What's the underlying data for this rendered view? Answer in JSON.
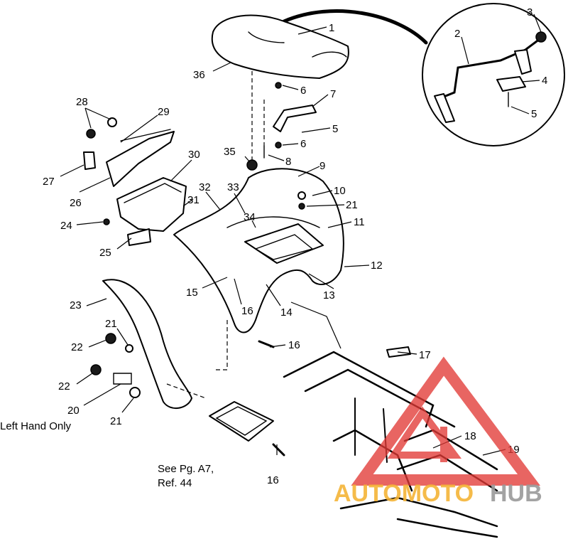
{
  "callouts": {
    "c1": "1",
    "c2": "2",
    "c3": "3",
    "c4": "4",
    "c5a": "5",
    "c5b": "5",
    "c6a": "6",
    "c6b": "6",
    "c7": "7",
    "c8": "8",
    "c9": "9",
    "c10": "10",
    "c11": "11",
    "c12": "12",
    "c13": "13",
    "c14": "14",
    "c15": "15",
    "c16a": "16",
    "c16b": "16",
    "c16c": "16",
    "c17": "17",
    "c18": "18",
    "c19": "19",
    "c20": "20",
    "c21a": "21",
    "c21b": "21",
    "c21c": "21",
    "c22a": "22",
    "c22b": "22",
    "c23": "23",
    "c24": "24",
    "c25": "25",
    "c26": "26",
    "c27": "27",
    "c28": "28",
    "c29": "29",
    "c30": "30",
    "c31": "31",
    "c32": "32",
    "c33": "33",
    "c34": "34",
    "c35": "35",
    "c36": "36"
  },
  "notes": {
    "left_hand_only": "Left Hand Only",
    "see_page_line1": "See Pg. A7,",
    "see_page_line2": "Ref. 44"
  },
  "watermark": {
    "text_part1": "AUTOMOTO",
    "text_part2": "HUB",
    "color_triangle": "#e23a36",
    "color_text1": "#f5b437",
    "color_text2": "#9a9a9a"
  }
}
